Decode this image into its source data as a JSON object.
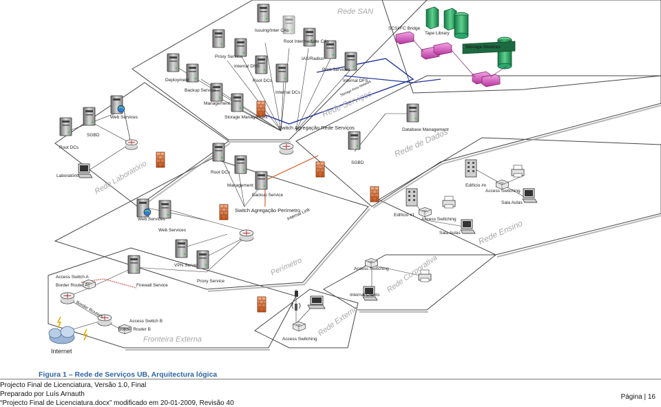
{
  "diagram": {
    "zones": {
      "san": "Rede SAN",
      "servicos": "Rede Serviços",
      "dados": "Rede de Dados",
      "laboratorio": "Rede Laboratório",
      "ensino": "Rede Ensino",
      "perimetro": "Perímetro",
      "corporativa": "Rede Corporativa",
      "externa": "Rede Externa",
      "fronteira": "Fronteira Externa"
    },
    "labels": {
      "issuing": "Issuing/Inter CAs",
      "root_ca": "Root Intermediate CAs",
      "proxy_top": "Proxy Service",
      "internal_dns": "Internal DNS",
      "deployment": "Deployment",
      "backup_top": "Backup Service",
      "root_dcs_top": "Root DCs",
      "ias": "IAS/Radius",
      "print": "Print Services",
      "internal_dfs": "Internal DFS",
      "internal_dcs": "Internal DCs",
      "management_top": "Management",
      "storage_mgmt": "Storage Management",
      "switch_servicos": "Switch Agregação Rede Serviços",
      "scsi": "SCSI/FC Bridge",
      "tape": "Tape Library",
      "storage_devices": "Storage Devices",
      "db_mgmt": "Database Management",
      "sgbd_right": "SGBD",
      "sgbd_left": "SGBD",
      "web_top": "Web Services",
      "root_dcs_left": "Root DCs",
      "laboratorio": "Laboratório",
      "root_dcs_mid": "Root DCs",
      "management_mid": "Management",
      "backup_mid": "Backup Service",
      "switch_perimetro": "Switch Agregação Perímetro",
      "internal_link": "Internal Link",
      "web_mid1": "Web Services",
      "web_mid2": "Web Services",
      "vpn": "VPN Server",
      "proxy_mid": "Proxy Service",
      "firewall": "Firewall Service",
      "edificio_n": "Edifício #n",
      "access_sw_n": "Access Switching",
      "sala_aulas_n": "Sala Aulas",
      "edificio_1": "Edifício #1",
      "access_sw_1": "Access Switching",
      "sala_aulas_1": "Sala Aulas",
      "access_sw_corp": "Access Switching",
      "internal_clients": "Internal Clients",
      "access_sw_a": "Access Switch A",
      "border_a": "Border Router A",
      "access_sw_b": "Access Switch B",
      "border_b": "Border Router B",
      "border_routers": "Border Routers",
      "access_sw_ext": "Access Switching",
      "internet": "Internet",
      "storage_area_network": "Storage Area Network"
    }
  },
  "caption": "Figura 1 – Rede de Serviços UB, Arquitectura lógica",
  "footer": {
    "line1": "Projecto Final de Licenciatura, Versão 1.0, Final",
    "line2": "Preparado por Luís Arnauth",
    "line3": "“Projecto Final de Licenciatura.docx” modificado em 20-01-2009, Revisão 40",
    "page": "Página | 16"
  },
  "colors": {
    "zone_line": "#555555",
    "san_line": "#1b2f9b",
    "internal_link": "#d0531c",
    "storage_green": "#2aa86b",
    "bridge_pink": "#d84fbf",
    "caption_blue": "#2e63a4"
  }
}
